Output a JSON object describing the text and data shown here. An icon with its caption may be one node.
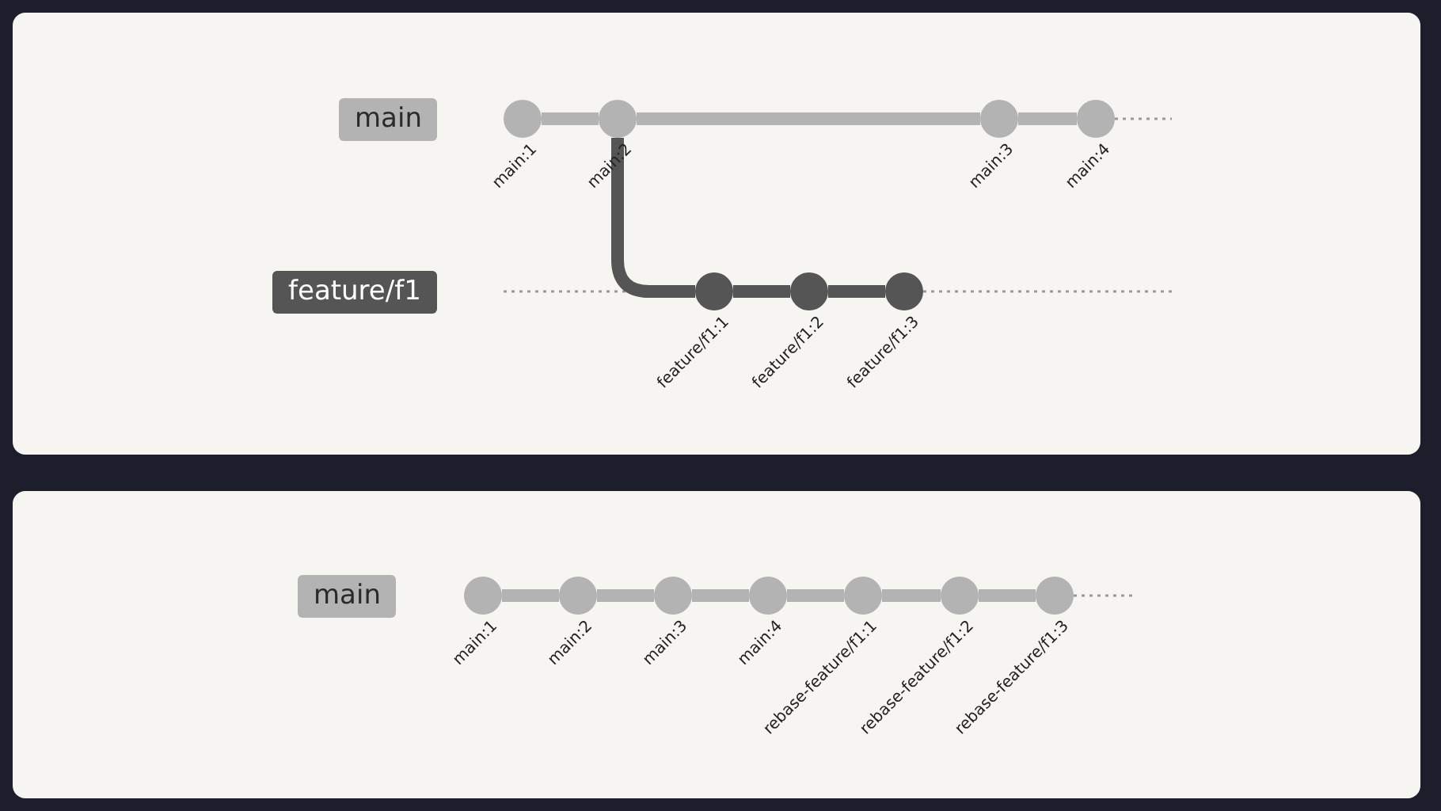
{
  "diagram": {
    "nodes": [
      {
        "text": [
          "main"
        ]
      },
      {
        "text": [
          "feature/f1"
        ]
      },
      {
        "text": [],
        "shape": "circle",
        "beside": [
          "main:1"
        ]
      },
      {
        "text": [],
        "shape": "circle",
        "beside": [
          "main:2"
        ]
      },
      {
        "text": [],
        "shape": "circle",
        "beside": [
          "main:3"
        ]
      },
      {
        "text": [],
        "shape": "circle",
        "beside": [
          "main:4"
        ]
      },
      {
        "text": [],
        "shape": "circle",
        "beside": [
          "feature/f1:1"
        ]
      },
      {
        "text": [],
        "shape": "circle",
        "beside": [
          "feature/f1:2"
        ]
      },
      {
        "text": [],
        "shape": "circle",
        "beside": [
          "feature/f1:3"
        ]
      },
      {
        "text": [
          "main"
        ]
      },
      {
        "text": [],
        "shape": "circle",
        "beside": [
          "main:1"
        ]
      },
      {
        "text": [],
        "shape": "circle",
        "beside": [
          "main:2"
        ]
      },
      {
        "text": [],
        "shape": "circle",
        "beside": [
          "main:3"
        ]
      },
      {
        "text": [],
        "shape": "circle",
        "beside": [
          "main:4"
        ]
      },
      {
        "text": [],
        "shape": "circle",
        "beside": [
          "rebase-feature/f1:1"
        ]
      },
      {
        "text": [],
        "shape": "circle",
        "beside": [
          "rebase-feature/f1:2"
        ]
      },
      {
        "text": [],
        "shape": "circle",
        "beside": [
          "rebase-feature/f1:3"
        ]
      }
    ],
    "edges": [
      {
        "from": 2,
        "to": 3,
        "arrow": "none"
      },
      {
        "from": 3,
        "to": 4,
        "arrow": "none"
      },
      {
        "from": 4,
        "to": 5,
        "arrow": "none"
      },
      {
        "from": 3,
        "to": 6,
        "arrow": "none",
        "color": "#555555"
      },
      {
        "from": 6,
        "to": 7,
        "arrow": "none",
        "color": "#555555"
      },
      {
        "from": 7,
        "to": 8,
        "arrow": "none",
        "color": "#555555"
      },
      {
        "from": 10,
        "to": 11,
        "arrow": "none"
      },
      {
        "from": 11,
        "to": 12,
        "arrow": "none"
      },
      {
        "from": 12,
        "to": 13,
        "arrow": "none"
      },
      {
        "from": 13,
        "to": 14,
        "arrow": "none"
      },
      {
        "from": 14,
        "to": 15,
        "arrow": "none"
      },
      {
        "from": 15,
        "to": 16,
        "arrow": "none"
      }
    ]
  }
}
